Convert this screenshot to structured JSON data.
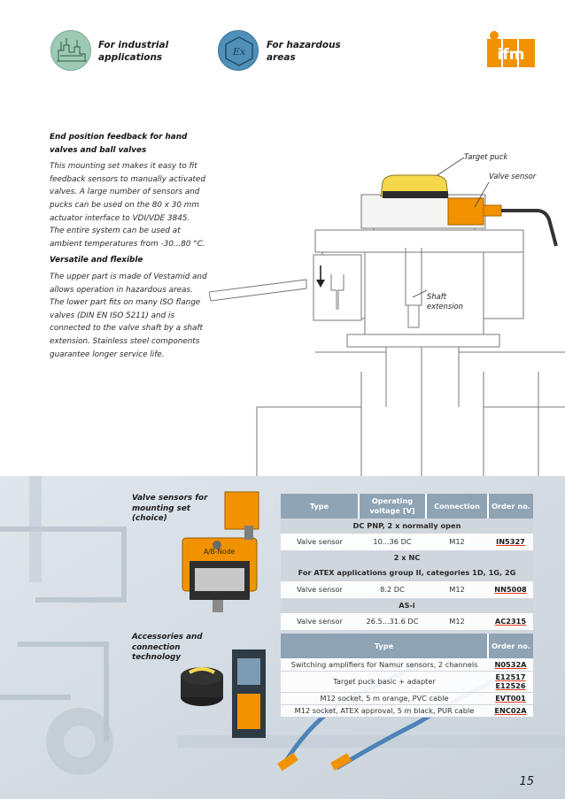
{
  "header": {
    "industrial_label": "For industrial applications",
    "hazardous_label": "For hazardous areas",
    "brand": "ifm",
    "brand_color": "#f39200",
    "ex_mark": "Ex"
  },
  "text": {
    "heading1": "End position feedback for hand valves and ball valves",
    "para1": "This mounting set makes it easy to fit feedback sensors to manually activated valves. A large number of sensors and pucks can be used on the 80 x 30 mm actuator interface to VDI/VDE 3845.",
    "para2": "The entire system can be used at ambient temperatures from -30...80 °C.",
    "heading2": "Versatile and flexible",
    "para3": "The upper part is made of Vestamid and allows operation in hazardous areas. The lower part fits on many ISO flange valves (DIN EN ISO 5211) and is connected to the valve shaft by a shaft extension. Stainless steel components guarantee longer service life."
  },
  "diagram": {
    "target_puck": "Target puck",
    "valve_sensor": "Valve sensor",
    "shaft_extension": "Shaft extension"
  },
  "valve_section": {
    "label": "Valve sensors for mounting set (choice)",
    "device_label": "A/B-Node",
    "columns": [
      "Type",
      "Operating voltage [V]",
      "Connection",
      "Order no."
    ],
    "groups": [
      {
        "heading": "DC PNP, 2 x normally open",
        "rows": [
          {
            "type": "Valve sensor",
            "voltage": "10...36 DC",
            "connection": "M12",
            "order": "IN5327"
          }
        ]
      },
      {
        "heading": "2 x NC",
        "subheading": "For ATEX applications group II, categories 1D, 1G, 2G",
        "rows": [
          {
            "type": "Valve sensor",
            "voltage": "8.2 DC",
            "connection": "M12",
            "order": "NN5008"
          }
        ]
      },
      {
        "heading": "AS-i",
        "rows": [
          {
            "type": "Valve sensor",
            "voltage": "26.5...31.6 DC",
            "connection": "M12",
            "order": "AC2315"
          }
        ]
      }
    ]
  },
  "accessories_section": {
    "label": "Accessories and connection technology",
    "columns": [
      "Type",
      "Order no."
    ],
    "rows": [
      {
        "type": "Switching amplifiers for Namur sensors, 2 channels",
        "order": [
          "N0532A"
        ]
      },
      {
        "type": "Target puck basic + adapter",
        "order": [
          "E12517",
          "E12526"
        ]
      },
      {
        "type": "M12 socket, 5 m orange, PVC cable",
        "order": [
          "EVT001"
        ]
      },
      {
        "type": "M12 socket, ATEX approval, 5 m black, PUR cable",
        "order": [
          "ENC02A"
        ]
      }
    ]
  },
  "page_number": "15"
}
